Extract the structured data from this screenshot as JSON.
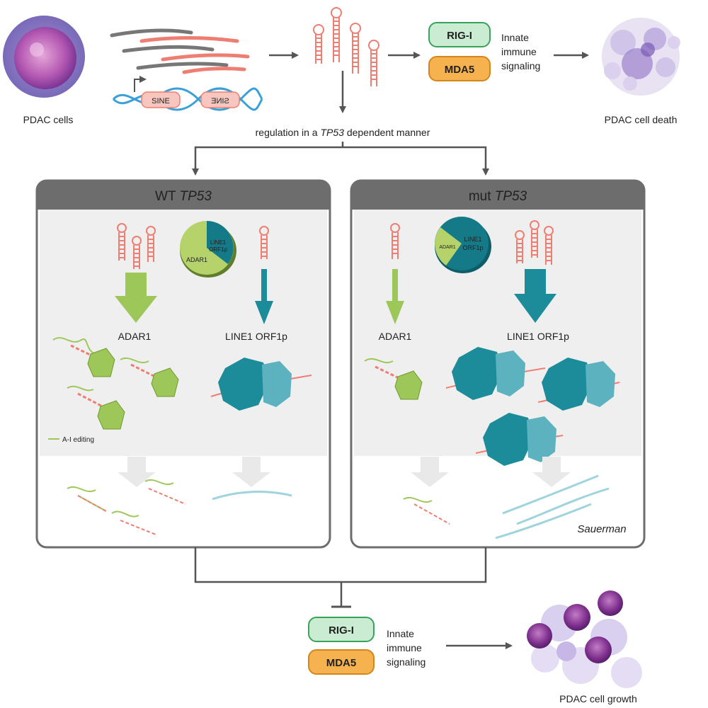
{
  "top": {
    "cells_label": "PDAC cells",
    "sine_labels": [
      "SINE",
      "SINE"
    ],
    "sensors": [
      "RIG-I",
      "MDA5"
    ],
    "signaling_lines": [
      "Innate",
      "immune",
      "signaling"
    ],
    "death_label": "PDAC cell death",
    "regulation_text": "regulation in a ",
    "regulation_gene": "TP53",
    "regulation_tail": " dependent manner"
  },
  "wt_panel": {
    "header_prefix": "WT ",
    "header_gene": "TP53",
    "pie_labels": [
      "LINE1",
      "ORF1p",
      "ADAR1"
    ],
    "adar_label": "ADAR1",
    "line1_label": "LINE1 ORF1p",
    "legend": "A-I editing"
  },
  "mut_panel": {
    "header_prefix": "mut ",
    "header_gene": "TP53",
    "pie_labels": [
      "ADAR1",
      "LINE1",
      "ORF1p"
    ],
    "adar_label": "ADAR1",
    "line1_label": "LINE1 ORF1p",
    "signature": "Sauerman"
  },
  "bottom": {
    "sensors": [
      "RIG-I",
      "MDA5"
    ],
    "signaling_lines": [
      "Innate",
      "immune",
      "signaling"
    ],
    "growth_label": "PDAC cell growth"
  },
  "colors": {
    "rna": "#ef7e72",
    "adar": "#9ec75a",
    "line1": "#1c8c9b",
    "rig_fill": "#c9ecd3",
    "rig_stroke": "#3aa35a",
    "mda_fill": "#f7b250",
    "mda_stroke": "#d3861b",
    "header": "#6d6d6d",
    "panel_bg": "#efefef"
  }
}
